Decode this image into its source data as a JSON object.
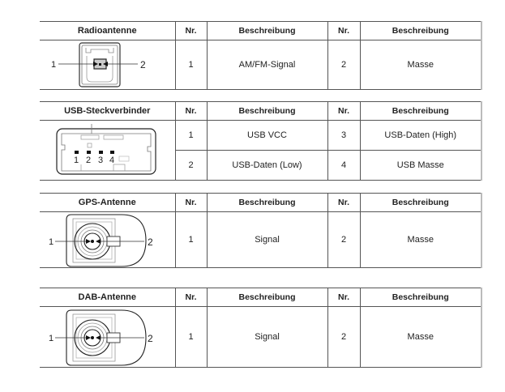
{
  "tables": [
    {
      "connector": "Radioantenne",
      "headers": [
        "Nr.",
        "Beschreibung",
        "Nr.",
        "Beschreibung"
      ],
      "diagram": {
        "icon": "radio-antenna-connector-icon",
        "labels": [
          "1",
          "2"
        ]
      },
      "rows": [
        {
          "nr1": "1",
          "desc1": "AM/FM-Signal",
          "nr2": "2",
          "desc2": "Masse"
        }
      ]
    },
    {
      "connector": "USB-Steckverbinder",
      "headers": [
        "Nr.",
        "Beschreibung",
        "Nr.",
        "Beschreibung"
      ],
      "diagram": {
        "icon": "usb-connector-icon",
        "labels": [
          "1",
          "2",
          "3",
          "4"
        ]
      },
      "rows": [
        {
          "nr1": "1",
          "desc1": "USB VCC",
          "nr2": "3",
          "desc2": "USB-Daten (High)"
        },
        {
          "nr1": "2",
          "desc1": "USB-Daten (Low)",
          "nr2": "4",
          "desc2": "USB Masse"
        }
      ]
    },
    {
      "connector": "GPS-Antenne",
      "headers": [
        "Nr.",
        "Beschreibung",
        "Nr.",
        "Beschreibung"
      ],
      "diagram": {
        "icon": "gps-antenna-connector-icon",
        "labels": [
          "1",
          "2"
        ]
      },
      "rows": [
        {
          "nr1": "1",
          "desc1": "Signal",
          "nr2": "2",
          "desc2": "Masse"
        }
      ]
    },
    {
      "connector": "DAB-Antenne",
      "headers": [
        "Nr.",
        "Beschreibung",
        "Nr.",
        "Beschreibung"
      ],
      "diagram": {
        "icon": "dab-antenna-connector-icon",
        "labels": [
          "1",
          "2"
        ]
      },
      "rows": [
        {
          "nr1": "1",
          "desc1": "Signal",
          "nr2": "2",
          "desc2": "Masse"
        }
      ]
    }
  ]
}
